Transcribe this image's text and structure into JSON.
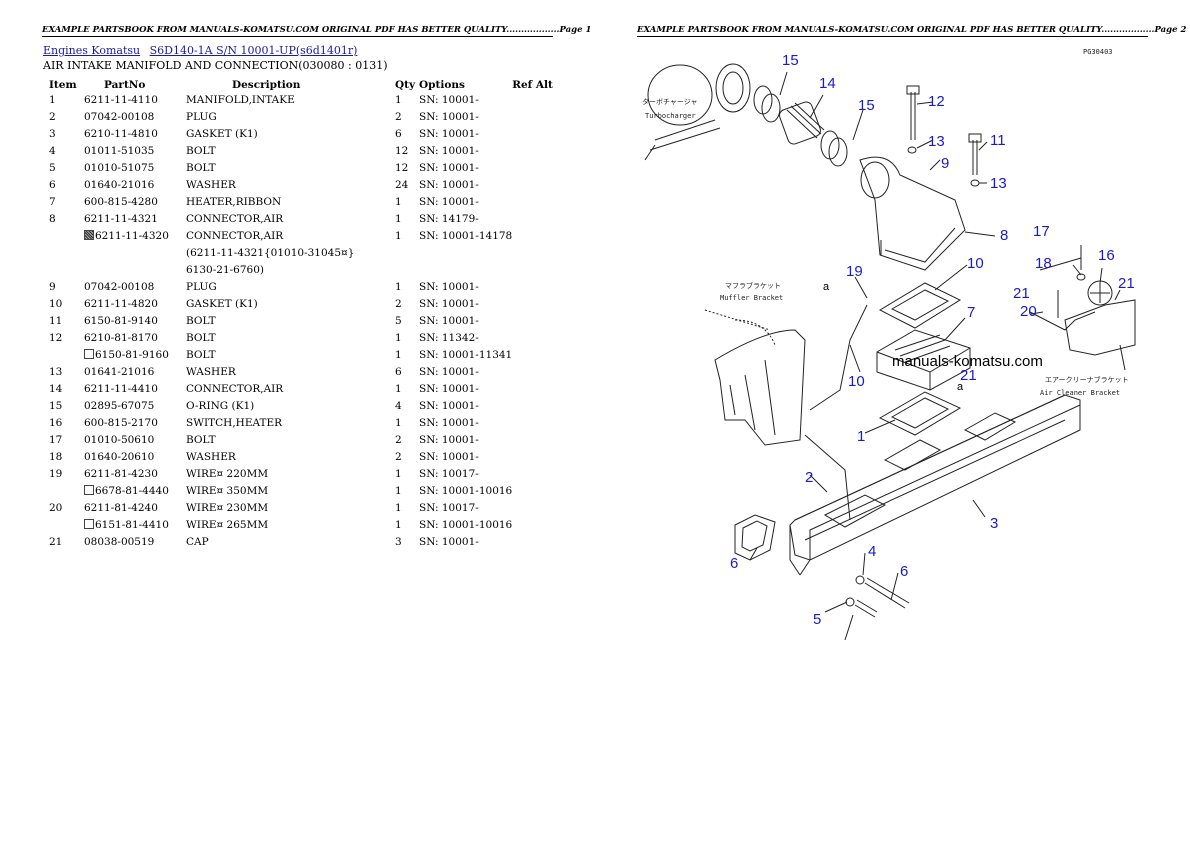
{
  "page1": {
    "header": "EXAMPLE PARTSBOOK FROM MANUALS-KOMATSU.COM ORIGINAL PDF HAS BETTER QUALITY..................Page 1",
    "breadcrumb": [
      "Engines Komatsu",
      "S6D140-1A S/N 10001-UP(s6d1401r)"
    ],
    "section_title": "AIR INTAKE MANIFOLD AND CONNECTION(030080 : 0131)",
    "columns": [
      "Item",
      "PartNo",
      "Description",
      "Qty",
      "Options",
      "Ref Alt"
    ],
    "rows": [
      {
        "item": "1",
        "part": "6211-11-4110",
        "desc": "MANIFOLD,INTAKE",
        "qty": "1",
        "opt": "SN: 10001-",
        "mark": ""
      },
      {
        "item": "2",
        "part": "07042-00108",
        "desc": "PLUG",
        "qty": "2",
        "opt": "SN: 10001-",
        "mark": ""
      },
      {
        "item": "3",
        "part": "6210-11-4810",
        "desc": "GASKET (K1)",
        "qty": "6",
        "opt": "SN: 10001-",
        "mark": ""
      },
      {
        "item": "4",
        "part": "01011-51035",
        "desc": "BOLT",
        "qty": "12",
        "opt": "SN: 10001-",
        "mark": ""
      },
      {
        "item": "5",
        "part": "01010-51075",
        "desc": "BOLT",
        "qty": "12",
        "opt": "SN: 10001-",
        "mark": ""
      },
      {
        "item": "6",
        "part": "01640-21016",
        "desc": "WASHER",
        "qty": "24",
        "opt": "SN: 10001-",
        "mark": ""
      },
      {
        "item": "7",
        "part": "600-815-4280",
        "desc": "HEATER,RIBBON",
        "qty": "1",
        "opt": "SN: 10001-",
        "mark": ""
      },
      {
        "item": "8",
        "part": "6211-11-4321",
        "desc": "CONNECTOR,AIR",
        "qty": "1",
        "opt": "SN: 14179-",
        "mark": ""
      },
      {
        "item": "",
        "part": "6211-11-4320",
        "desc": "CONNECTOR,AIR",
        "qty": "1",
        "opt": "SN: 10001-14178",
        "mark": "filled"
      },
      {
        "item": "",
        "part": "",
        "desc": "(6211-11-4321{01010-31045¤}",
        "qty": "",
        "opt": "",
        "mark": ""
      },
      {
        "item": "",
        "part": "",
        "desc": "6130-21-6760)",
        "qty": "",
        "opt": "",
        "mark": ""
      },
      {
        "item": "9",
        "part": "07042-00108",
        "desc": "PLUG",
        "qty": "1",
        "opt": "SN: 10001-",
        "mark": ""
      },
      {
        "item": "10",
        "part": "6211-11-4820",
        "desc": "GASKET (K1)",
        "qty": "2",
        "opt": "SN: 10001-",
        "mark": ""
      },
      {
        "item": "11",
        "part": "6150-81-9140",
        "desc": "BOLT",
        "qty": "5",
        "opt": "SN: 10001-",
        "mark": ""
      },
      {
        "item": "12",
        "part": "6210-81-8170",
        "desc": "BOLT",
        "qty": "1",
        "opt": "SN: 11342-",
        "mark": ""
      },
      {
        "item": "",
        "part": "6150-81-9160",
        "desc": "BOLT",
        "qty": "1",
        "opt": "SN: 10001-11341",
        "mark": "empty"
      },
      {
        "item": "13",
        "part": "01641-21016",
        "desc": "WASHER",
        "qty": "6",
        "opt": "SN: 10001-",
        "mark": ""
      },
      {
        "item": "14",
        "part": "6211-11-4410",
        "desc": "CONNECTOR,AIR",
        "qty": "1",
        "opt": "SN: 10001-",
        "mark": ""
      },
      {
        "item": "15",
        "part": "02895-67075",
        "desc": "O-RING (K1)",
        "qty": "4",
        "opt": "SN: 10001-",
        "mark": ""
      },
      {
        "item": "16",
        "part": "600-815-2170",
        "desc": "SWITCH,HEATER",
        "qty": "1",
        "opt": "SN: 10001-",
        "mark": ""
      },
      {
        "item": "17",
        "part": "01010-50610",
        "desc": "BOLT",
        "qty": "2",
        "opt": "SN: 10001-",
        "mark": ""
      },
      {
        "item": "18",
        "part": "01640-20610",
        "desc": "WASHER",
        "qty": "2",
        "opt": "SN: 10001-",
        "mark": ""
      },
      {
        "item": "19",
        "part": "6211-81-4230",
        "desc": "WIRE¤ 220MM",
        "qty": "1",
        "opt": "SN: 10017-",
        "mark": ""
      },
      {
        "item": "",
        "part": "6678-81-4440",
        "desc": "WIRE¤ 350MM",
        "qty": "1",
        "opt": "SN: 10001-10016",
        "mark": "empty"
      },
      {
        "item": "20",
        "part": "6211-81-4240",
        "desc": "WIRE¤ 230MM",
        "qty": "1",
        "opt": "SN: 10017-",
        "mark": ""
      },
      {
        "item": "",
        "part": "6151-81-4410",
        "desc": "WIRE¤ 265MM",
        "qty": "1",
        "opt": "SN: 10001-10016",
        "mark": "empty"
      },
      {
        "item": "21",
        "part": "08038-00519",
        "desc": "CAP",
        "qty": "3",
        "opt": "SN: 10001-",
        "mark": ""
      }
    ]
  },
  "page2": {
    "header": "EXAMPLE PARTSBOOK FROM MANUALS-KOMATSU.COM ORIGINAL PDF HAS BETTER QUALITY..................Page 2",
    "diagram": {
      "code": "PG30403",
      "watermark": "manuals-komatsu.com",
      "labels": {
        "turbo_jp": "ターボチャージャ",
        "turbo_en": "Turbocharger",
        "muffler_jp": "マフラブラケット",
        "muffler_en": "Muffler Bracket",
        "aircleaner_jp": "エアークリーナブラケット",
        "aircleaner_en": "Air Cleaner Bracket",
        "a1": "a",
        "a2": "a"
      },
      "callouts": [
        "15",
        "14",
        "15",
        "12",
        "13",
        "9",
        "11",
        "13",
        "8",
        "17",
        "18",
        "16",
        "21",
        "10",
        "21",
        "7",
        "20",
        "21",
        "19",
        "10",
        "1",
        "2",
        "3",
        "6",
        "4",
        "6",
        "5"
      ]
    }
  }
}
